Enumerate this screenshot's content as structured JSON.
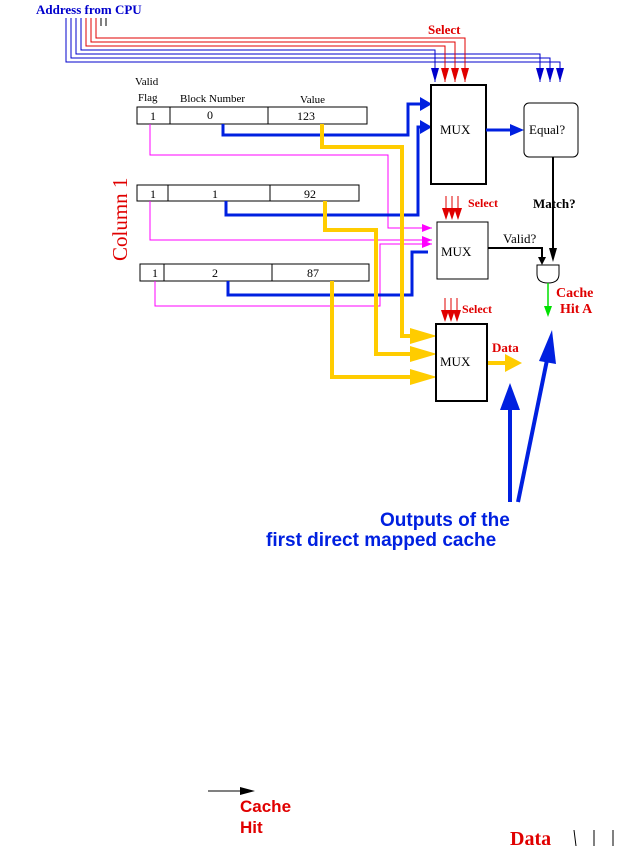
{
  "header": {
    "address_label": "Address from CPU",
    "select_top": "Select"
  },
  "column_label": "Column 1",
  "table": {
    "col_valid_line1": "Valid",
    "col_valid_line2": "Flag",
    "col_block": "Block Number",
    "col_value": "Value",
    "rows": [
      {
        "valid": "1",
        "block": "0",
        "value": "123"
      },
      {
        "valid": "1",
        "block": "1",
        "value": "92"
      },
      {
        "valid": "1",
        "block": "2",
        "value": "87"
      }
    ]
  },
  "mux": {
    "top": "MUX",
    "mid": "MUX",
    "bot": "MUX"
  },
  "labels": {
    "equal": "Equal?",
    "match": "Match?",
    "valid_q": "Valid?",
    "select_mid": "Select",
    "select_bot": "Select",
    "data_out": "Data",
    "cache_hit_a_line1": "Cache",
    "cache_hit_a_line2": "Hit A",
    "outputs_line1": "Outputs of the",
    "outputs_line2": "first direct mapped cache",
    "cache_hit_line1": "Cache",
    "cache_hit_line2": "Hit",
    "data_bottom": "Data"
  },
  "colors": {
    "address": "#0000cc",
    "select": "#e00000",
    "bus": "#0020e0",
    "valid": "#ff00ff",
    "data": "#ffcc00",
    "hit": "#00e000",
    "text_red": "#e00000"
  }
}
